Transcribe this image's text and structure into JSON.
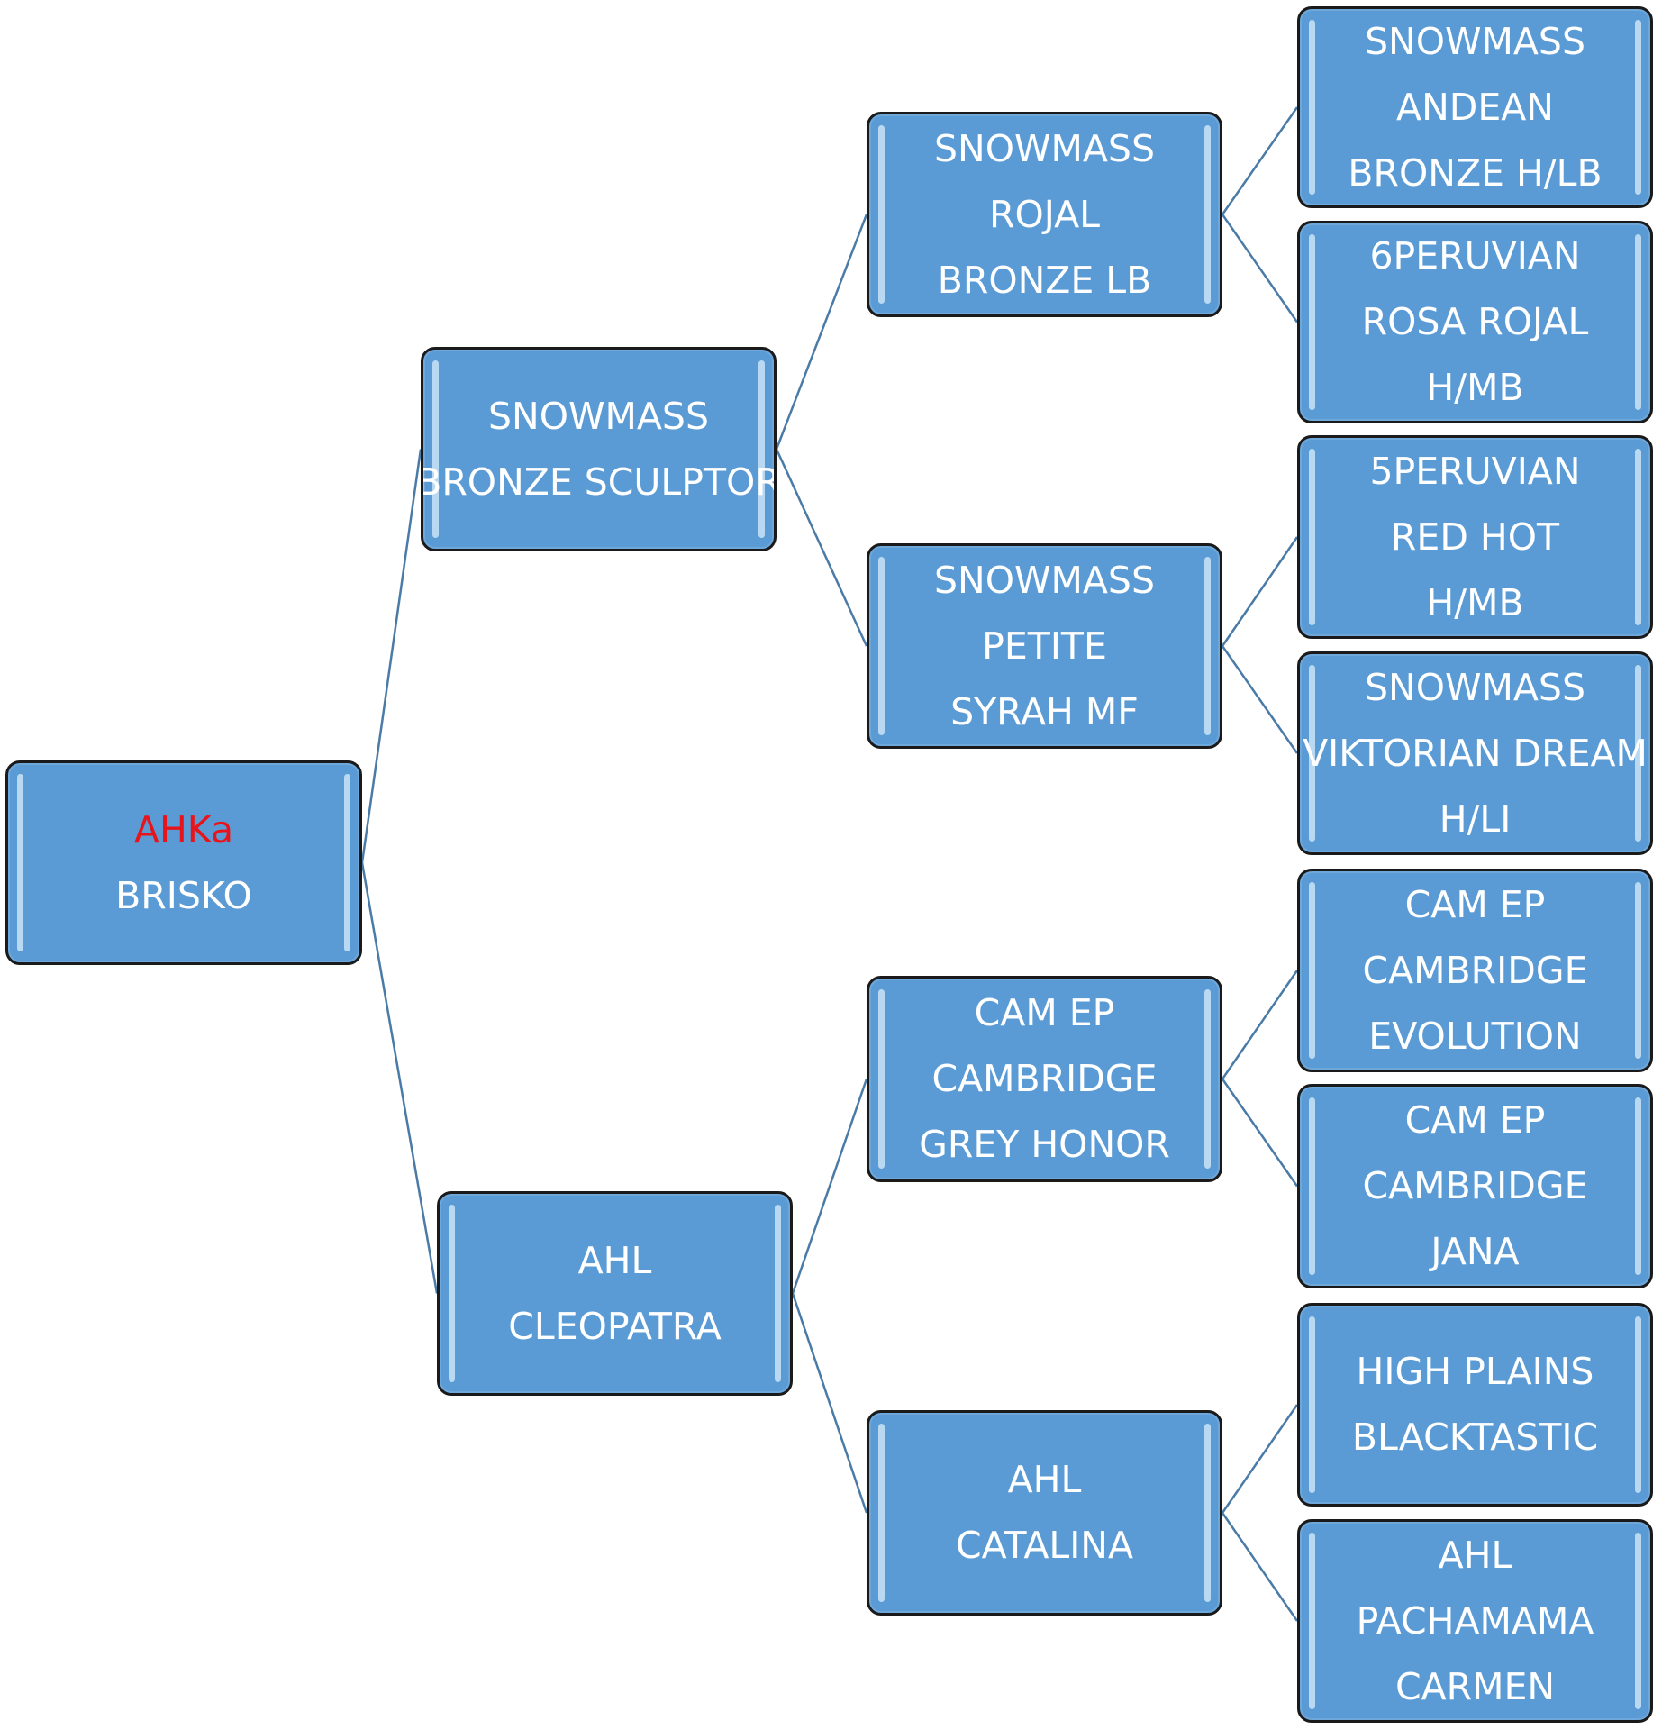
{
  "colors": {
    "box_fill": "#5b9bd5",
    "box_border": "#1a1a1a",
    "connector": "#4a7ba7",
    "text": "#ffffff",
    "highlight_text": "#e8141b"
  },
  "tree": {
    "root": {
      "lines": [
        "AHKa",
        "BRISKO"
      ],
      "highlight_first_line": true
    },
    "sire": {
      "lines": [
        "SNOWMASS",
        "BRONZE SCULPTOR"
      ]
    },
    "dam": {
      "lines": [
        "AHL",
        "CLEOPATRA"
      ]
    },
    "sire_sire": {
      "lines": [
        "SNOWMASS",
        "ROJAL",
        "BRONZE LB"
      ]
    },
    "sire_dam": {
      "lines": [
        "SNOWMASS",
        "PETITE",
        "SYRAH MF"
      ]
    },
    "dam_sire": {
      "lines": [
        "CAM EP",
        "CAMBRIDGE",
        "GREY HONOR"
      ]
    },
    "dam_dam": {
      "lines": [
        "AHL",
        "CATALINA"
      ]
    },
    "sire_sire_sire": {
      "lines": [
        "SNOWMASS",
        "ANDEAN",
        "BRONZE H/LB"
      ]
    },
    "sire_sire_dam": {
      "lines": [
        "6PERUVIAN",
        "ROSA ROJAL",
        "H/MB"
      ]
    },
    "sire_dam_sire": {
      "lines": [
        "5PERUVIAN",
        "RED HOT",
        "H/MB"
      ]
    },
    "sire_dam_dam": {
      "lines": [
        "SNOWMASS",
        "VIKTORIAN DREAM",
        "H/LI"
      ]
    },
    "dam_sire_sire": {
      "lines": [
        "CAM EP",
        "CAMBRIDGE",
        "EVOLUTION"
      ]
    },
    "dam_sire_dam": {
      "lines": [
        "CAM EP",
        "CAMBRIDGE",
        "JANA"
      ]
    },
    "dam_dam_sire": {
      "lines": [
        "HIGH PLAINS",
        "BLACKTASTIC"
      ]
    },
    "dam_dam_dam": {
      "lines": [
        "AHL",
        "PACHAMAMA",
        "CARMEN"
      ]
    }
  }
}
